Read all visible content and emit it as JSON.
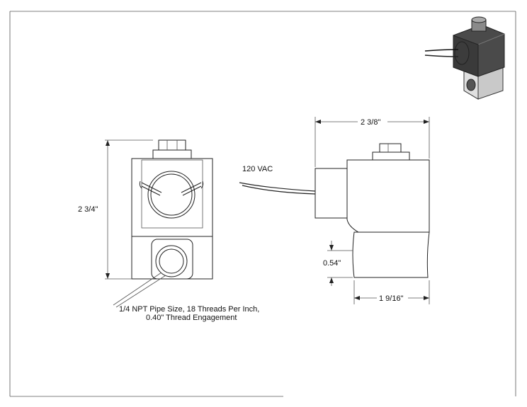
{
  "dimensions": {
    "height_left": "2 3/4\"",
    "width_top": "2 3/8\"",
    "port_offset": "0.54\"",
    "base_width": "1 9/16\""
  },
  "labels": {
    "voltage": "120 VAC",
    "port_note_line1": "1/4 NPT Pipe Size, 18 Threads Per Inch,",
    "port_note_line2": "0.40\" Thread Engagement"
  },
  "icons": {
    "iso_view": "solenoid-valve-isometric-icon"
  }
}
